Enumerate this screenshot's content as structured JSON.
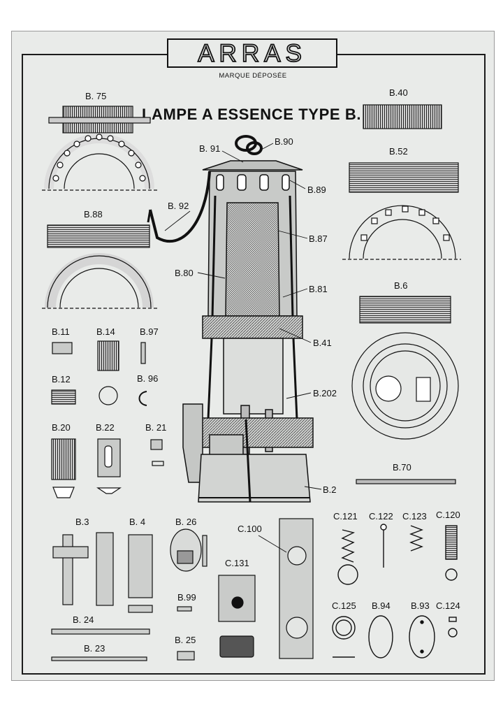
{
  "header": {
    "brand": "ARRAS",
    "subtitle": "MARQUE DÉPOSÉE",
    "title": "LAMPE A ESSENCE TYPE B."
  },
  "parts": {
    "b75": "B. 75",
    "b88": "B.88",
    "b92": "B. 92",
    "b91": "B. 91",
    "b90": "B.90",
    "b89": "B.89",
    "b87": "B.87",
    "b80": "B.80",
    "b81": "B.81",
    "b41": "B.41",
    "b202": "B.202",
    "b2": "B.2",
    "b40": "B.40",
    "b52": "B.52",
    "b6": "B.6",
    "b70": "B.70",
    "b11": "B.11",
    "b14": "B.14",
    "b97": "B.97",
    "b12": "B.12",
    "b96": "B. 96",
    "b20": "B.20",
    "b22": "B.22",
    "b21": "B. 21",
    "b3": "B.3",
    "b4": "B. 4",
    "b26": "B. 26",
    "b99": "B.99",
    "b25": "B. 25",
    "b24": "B. 24",
    "b23": "B. 23",
    "c100": "C.100",
    "c131": "C.131",
    "c121": "C.121",
    "c122": "C.122",
    "c123": "C.123",
    "c120": "C.120",
    "c125": "C.125",
    "b94": "B.94",
    "b93": "B.93",
    "c124": "C.124"
  }
}
